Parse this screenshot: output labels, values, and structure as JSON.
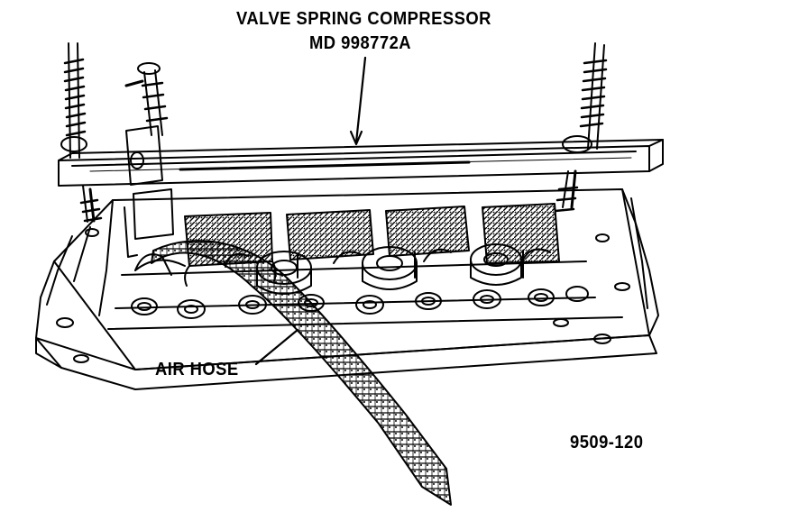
{
  "callouts": {
    "tool_name": "VALVE SPRING COMPRESSOR",
    "tool_part_number": "MD 998772A",
    "hose_label": "AIR HOSE"
  },
  "figure_number": "9509-120",
  "colors": {
    "line": "#000000",
    "background": "#ffffff"
  }
}
